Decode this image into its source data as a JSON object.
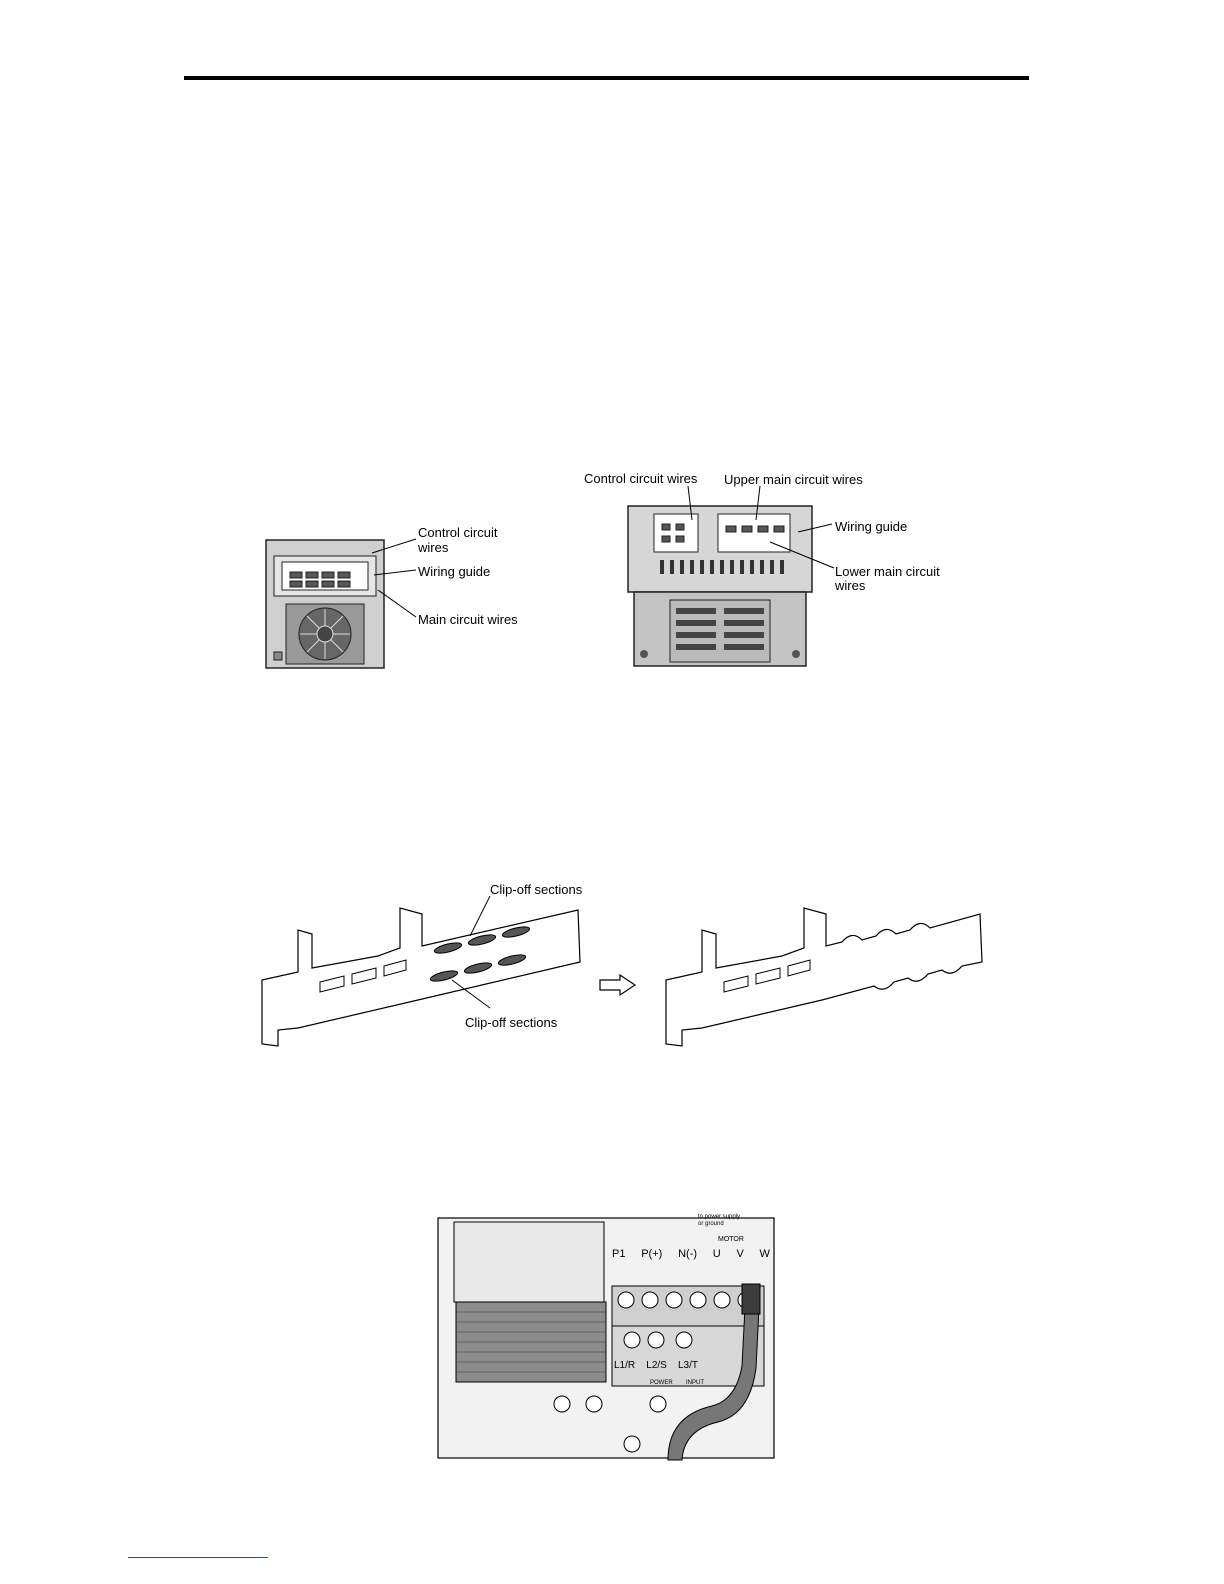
{
  "figure1": {
    "left_callouts": {
      "control_circuit": "Control circuit",
      "control_circuit_2": "wires",
      "wiring_guide": "Wiring guide",
      "main_circuit": "Main circuit wires"
    },
    "right_callouts": {
      "control_circuit": "Control circuit wires",
      "upper_main": "Upper main circuit wires",
      "wiring_guide": "Wiring guide",
      "lower_main": "Lower main circuit",
      "lower_main_2": "wires"
    }
  },
  "figure2": {
    "clip_top": "Clip-off sections",
    "clip_bottom": "Clip-off sections"
  },
  "figure3": {
    "terminals_top": [
      "P1",
      "P(+)",
      "N(-)",
      "U",
      "V",
      "W"
    ],
    "terminals_bottom": [
      "L1/R",
      "L2/S",
      "L3/T"
    ],
    "motor": "MOTOR",
    "power": "POWER",
    "input": "INPUT",
    "supply_note_1": "to power supply",
    "supply_note_2": "or ground"
  },
  "colors": {
    "rule": "#000000",
    "footer_line": "#1a4fb8"
  }
}
